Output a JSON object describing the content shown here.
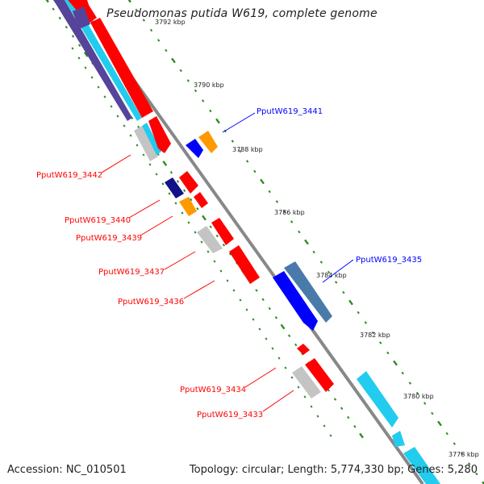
{
  "title": "Pseudomonas putida W619, complete genome",
  "footer": {
    "accession": "Accession: NC_010501",
    "summary": "Topology: circular; Length: 5,774,330 bp; Genes: 5,280"
  },
  "colors": {
    "backbone": "#888888",
    "tick": "#2e8b22",
    "red": "#ff0000",
    "blue": "#0000ff",
    "navy": "#111188",
    "orange": "#ff9900",
    "grey": "#c4c4c4",
    "steel": "#4a7aaa",
    "cyan": "#22ccee",
    "purple": "#554499"
  },
  "scale": [
    {
      "label": "3792 kbp",
      "value": 3792
    },
    {
      "label": "3790 kbp",
      "value": 3790
    },
    {
      "label": "3788 kbp",
      "value": 3788
    },
    {
      "label": "3786 kbp",
      "value": 3786
    },
    {
      "label": "3784 kbp",
      "value": 3784
    },
    {
      "label": "3782 kbp",
      "value": 3782
    },
    {
      "label": "3780 kbp",
      "value": 3780
    },
    {
      "label": "3778 kbp",
      "value": 3778
    }
  ],
  "gene_labels": [
    {
      "id": "PputW619_3441",
      "strand": "forward"
    },
    {
      "id": "PputW619_3442",
      "strand": "reverse"
    },
    {
      "id": "PputW619_3440",
      "strand": "reverse"
    },
    {
      "id": "PputW619_3439",
      "strand": "reverse"
    },
    {
      "id": "PputW619_3437",
      "strand": "reverse"
    },
    {
      "id": "PputW619_3435",
      "strand": "forward"
    },
    {
      "id": "PputW619_3436",
      "strand": "reverse"
    },
    {
      "id": "PputW619_3434",
      "strand": "reverse"
    },
    {
      "id": "PputW619_3433",
      "strand": "reverse"
    }
  ]
}
